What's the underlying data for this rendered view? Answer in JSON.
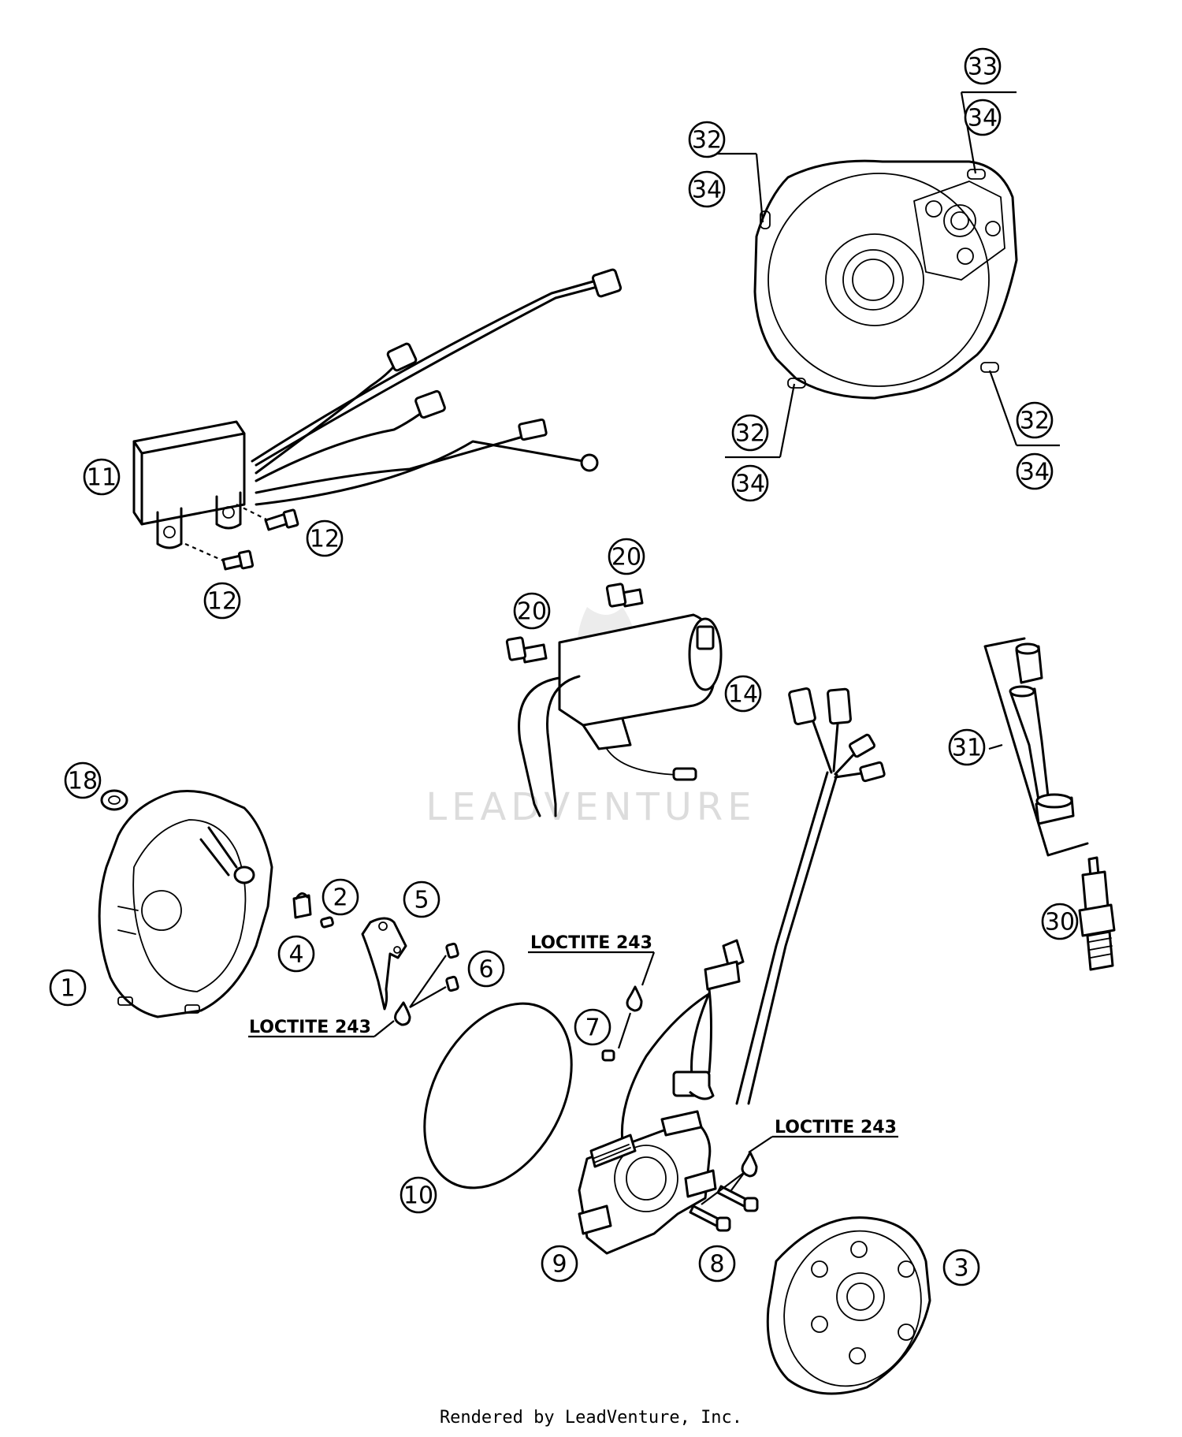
{
  "callouts": {
    "c1": "1",
    "c2": "2",
    "c3": "3",
    "c4": "4",
    "c5": "5",
    "c6": "6",
    "c7": "7",
    "c8": "8",
    "c9": "9",
    "c10": "10",
    "c11": "11",
    "c12a": "12",
    "c12b": "12",
    "c14": "14",
    "c18": "18",
    "c20a": "20",
    "c20b": "20",
    "c30": "30",
    "c31": "31",
    "c32a": "32",
    "c34a": "34",
    "c33": "33",
    "c34b": "34",
    "c32b": "32",
    "c34c": "34",
    "c32c": "32",
    "c34d": "34"
  },
  "notes": {
    "loctite_left": "LOCTITE 243",
    "loctite_mid": "LOCTITE 243",
    "loctite_right": "LOCTITE 243"
  },
  "watermark": "LEADVENTURE",
  "credit": "Rendered by LeadVenture, Inc."
}
